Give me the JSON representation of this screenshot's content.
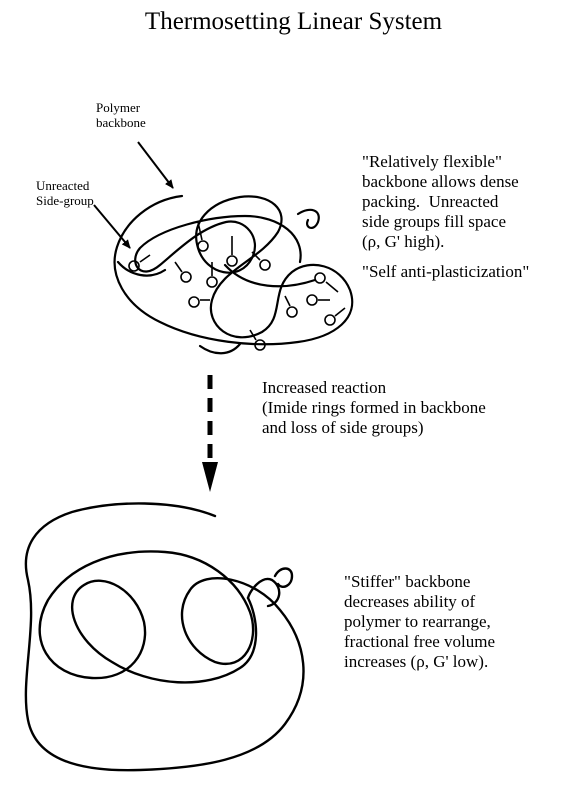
{
  "title": "Thermosetting Linear System",
  "labels": {
    "polymer_backbone": "Polymer\nbackbone",
    "unreacted_side_group": "Unreacted\nSide-group"
  },
  "notes": {
    "upper_description": "\"Relatively flexible\"\nbackbone allows dense\npacking.  Unreacted\nside groups fill space\n(ρ, G' high).",
    "self_anti_plasticization": "\"Self anti-plasticization\"",
    "transition": "Increased reaction\n(Imide rings formed in backbone\nand loss of side groups)",
    "lower_description": "\"Stiffer\" backbone\ndecreases ability of\npolymer to rearrange,\nfractional free volume\nincreases (ρ, G' low)."
  }
}
